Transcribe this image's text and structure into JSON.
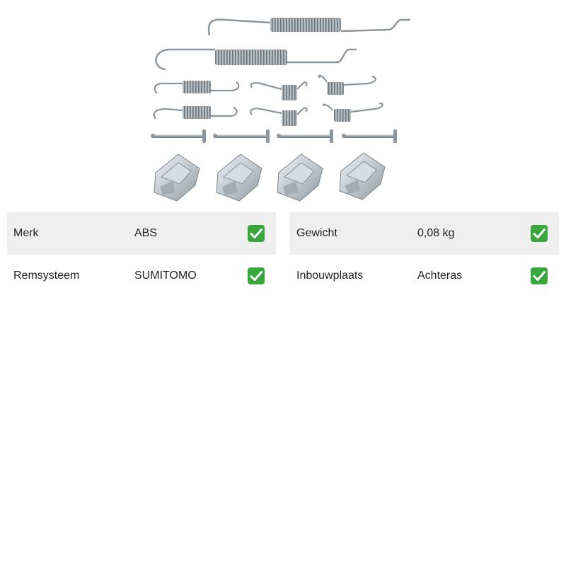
{
  "product": {
    "image_subject": "brake-shoe-fitting-kit-springs-pins-clips-icon"
  },
  "specs": {
    "left": [
      {
        "label": "Merk",
        "value": "ABS",
        "icon": "green-checkmark-icon"
      },
      {
        "label": "Remsysteem",
        "value": "SUMITOMO",
        "icon": "green-checkmark-icon"
      }
    ],
    "right": [
      {
        "label": "Gewicht",
        "value": "0,08 kg",
        "icon": "green-checkmark-icon"
      },
      {
        "label": "Inbouwplaats",
        "value": "Achteras",
        "icon": "green-checkmark-icon"
      }
    ]
  },
  "colors": {
    "row_shade": "#efefef",
    "check_green": "#3aa63e",
    "text": "#222222"
  }
}
